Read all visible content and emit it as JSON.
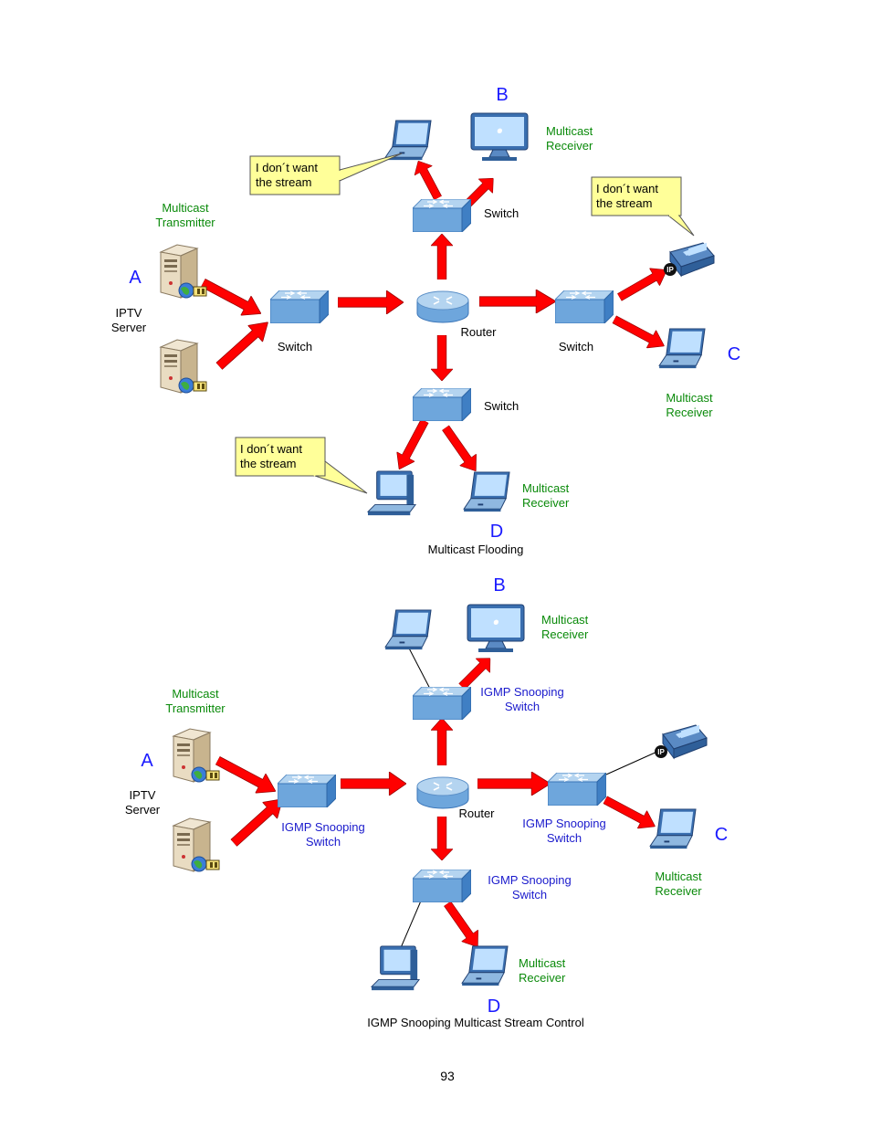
{
  "colors": {
    "arrow": "#ff0000",
    "node_letter": "#1a1aff",
    "green_label": "#0a8a0a",
    "igmp_label": "#1a1acc",
    "callout_fill": "#ffff99",
    "switch_top": "#9fc5ea",
    "switch_side": "#3f7fc4"
  },
  "icons": {
    "server": "server-icon",
    "switch": "switch-icon",
    "router": "router-icon",
    "laptop": "laptop-icon",
    "monitor": "monitor-icon",
    "phone": "ip-phone-icon"
  },
  "top": {
    "caption": "Multicast Flooding",
    "node_a": "A",
    "node_b": "B",
    "node_c": "C",
    "node_d": "D",
    "transmitter": [
      "Multicast",
      "Transmitter"
    ],
    "server_label": [
      "IPTV",
      "Server"
    ],
    "receiver_b": [
      "Multicast",
      "Receiver"
    ],
    "receiver_c": [
      "Multicast",
      "Receiver"
    ],
    "receiver_d": [
      "Multicast",
      "Receiver"
    ],
    "switch_left": "Switch",
    "switch_top": "Switch",
    "switch_right": "Switch",
    "switch_bottom": "Switch",
    "router": "Router",
    "callout_b": [
      "I don´t want",
      "the stream"
    ],
    "callout_c": [
      "I don´t want",
      "the stream"
    ],
    "callout_d": [
      "I don´t want",
      "the stream"
    ],
    "phone_badge": "IP"
  },
  "bottom": {
    "caption": "IGMP Snooping Multicast Stream Control",
    "node_a": "A",
    "node_b": "B",
    "node_c": "C",
    "node_d": "D",
    "transmitter": [
      "Multicast",
      "Transmitter"
    ],
    "server_label": [
      "IPTV",
      "Server"
    ],
    "receiver_b": [
      "Multicast",
      "Receiver"
    ],
    "receiver_c": [
      "Multicast",
      "Receiver"
    ],
    "receiver_d": [
      "Multicast",
      "Receiver"
    ],
    "switch_left": [
      "IGMP Snooping",
      "Switch"
    ],
    "switch_top": [
      "IGMP Snooping",
      "Switch"
    ],
    "switch_right": [
      "IGMP Snooping",
      "Switch"
    ],
    "switch_bottom": [
      "IGMP Snooping",
      "Switch"
    ],
    "router": "Router",
    "phone_badge": "IP"
  },
  "page_number": "93"
}
